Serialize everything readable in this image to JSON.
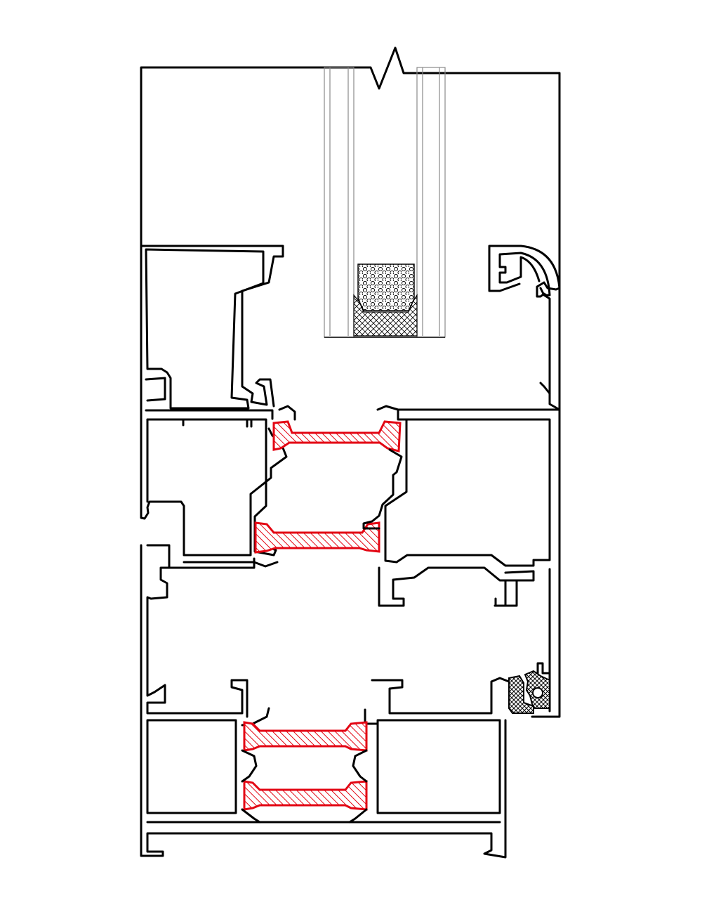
{
  "drawing": {
    "type": "window-frame-cross-section",
    "colors": {
      "outline": "#000000",
      "thermal_break": "#e30613",
      "glazing_lines": "#8a8a8a",
      "background": "#ffffff"
    },
    "components": [
      "glazing-unit",
      "glass-pane-left",
      "glass-pane-right",
      "desiccant-spacer",
      "secondary-sealant",
      "glazing-bead",
      "sash-profile",
      "frame-profile",
      "thermal-break-strip",
      "weather-seal-gasket",
      "glazing-gasket"
    ],
    "thermal_break_count": 4
  }
}
